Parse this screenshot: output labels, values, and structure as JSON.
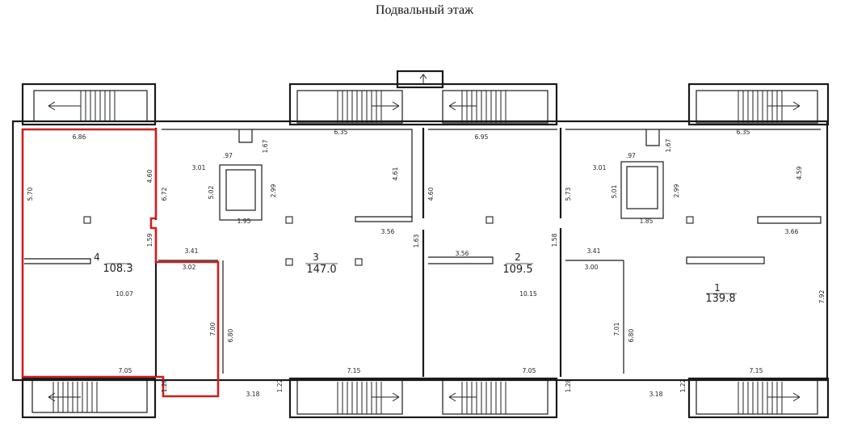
{
  "title": "Подвальный этаж",
  "rooms": [
    {
      "number": "4",
      "area": "108.3"
    },
    {
      "number": "3",
      "area": "147.0"
    },
    {
      "number": "2",
      "area": "109.5"
    },
    {
      "number": "1",
      "area": "139.8"
    }
  ],
  "dims": [
    "6.86",
    "6.35",
    "6.95",
    "6.35",
    "3.01",
    ".97",
    "3.01",
    ".97",
    "1.95",
    "1.85",
    "3.56",
    "3.66",
    "3.41",
    "3.02",
    "3.56",
    "3.41",
    "3.00",
    "10.07",
    "10.15",
    "7.05",
    "7.15",
    "7.05",
    "7.15",
    "3.18",
    "3.18"
  ],
  "vdims": [
    "5.70",
    "4.60",
    "6.72",
    "1.59",
    "5.02",
    "1.67",
    "2.99",
    "4.61",
    "4.60",
    "1.63",
    "5.73",
    "1.58",
    "5.01",
    "1.67",
    "2.99",
    "4.59",
    "7.00",
    "6.80",
    "7.01",
    "6.80",
    "7.92",
    "1.28",
    "1.22",
    "1.28",
    "1.22"
  ],
  "highlight_color": "#cc1f1f"
}
